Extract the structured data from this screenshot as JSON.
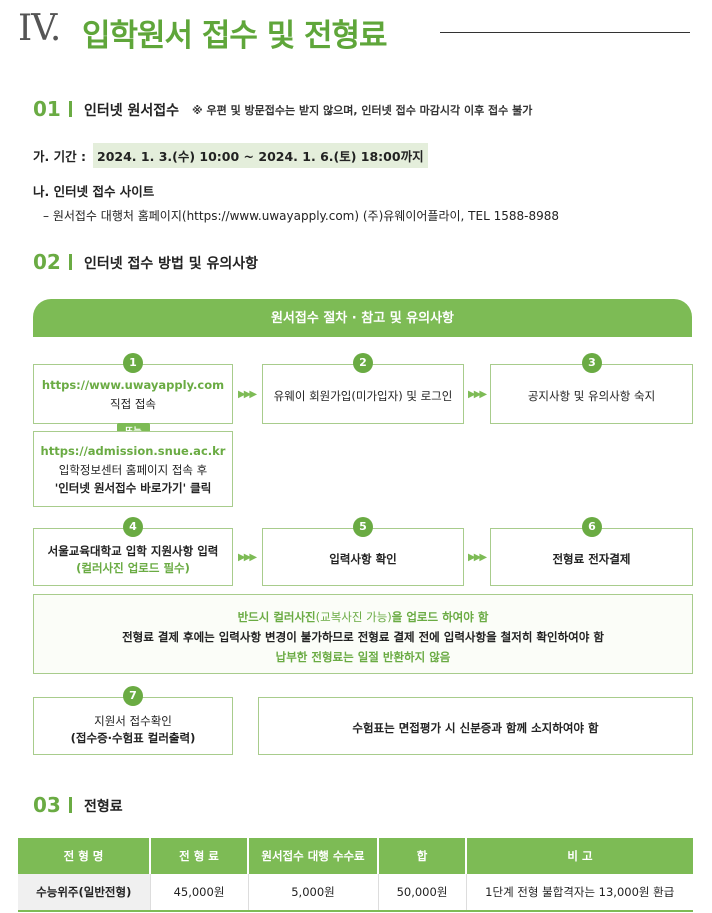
{
  "header": {
    "roman": "IV.",
    "title": "입학원서 접수 및 전형료"
  },
  "sec1": {
    "num": "01",
    "title": "인터넷 원서접수",
    "note": "※ 우편 및 방문접수는 받지 않으며, 인터넷 접수 마감시각 이후 접수 불가",
    "period_label": "가. 기간 :",
    "period_value": "2024. 1. 3.(수) 10:00 ~ 2024. 1. 6.(토) 18:00까지",
    "site_label": "나. 인터넷 접수 사이트",
    "site_detail": "– 원서접수 대행처 홈페이지(https://www.uwayapply.com) (주)유웨이어플라이, TEL 1588-8988"
  },
  "sec2": {
    "num": "02",
    "title": "인터넷 접수 방법 및 유의사항",
    "banner": "원서접수 절차 · 참고 및 유의사항",
    "step1": {
      "badge": "1",
      "url": "https://www.uwayapply.com",
      "desc": "직접 접속",
      "or": "또는",
      "url2": "https://admission.snue.ac.kr",
      "desc2": "입학정보센터 홈페이지 접속 후",
      "desc3": "'인터넷 원서접수 바로가기' 클릭"
    },
    "step2": {
      "badge": "2",
      "text": "유웨이 회원가입(미가입자) 및 로그인"
    },
    "step3": {
      "badge": "3",
      "text": "공지사항 및 유의사항 숙지"
    },
    "step4": {
      "badge": "4",
      "text": "서울교육대학교 입학 지원사항 입력",
      "sub": "(컬러사진 업로드 필수)"
    },
    "step5": {
      "badge": "5",
      "text": "입력사항 확인"
    },
    "step6": {
      "badge": "6",
      "text": "전형료 전자결제"
    },
    "notice": {
      "l1a": "반드시 컬러사진",
      "l1b": "(교복사진 가능)",
      "l1c": "을 업로드 하여야 함",
      "l2": "전형료 결제 후에는 입력사항 변경이 불가하므로 전형료 결제 전에 입력사항을 철저히 확인하여야 함",
      "l3": "납부한 전형료는 일절 반환하지 않음"
    },
    "step7": {
      "badge": "7",
      "text": "지원서 접수확인",
      "sub": "(접수증·수험표 컬러출력)"
    },
    "step7_note": "수험표는 면접평가 시  신분증과 함께 소지하여야 함"
  },
  "sec3": {
    "num": "03",
    "title": "전형료",
    "table": {
      "headers": [
        "전 형 명",
        "전 형 료",
        "원서접수 대행 수수료",
        "합",
        "비 고"
      ],
      "row": [
        "수능위주(일반전형)",
        "45,000원",
        "5,000원",
        "50,000원",
        "1단계 전형 불합격자는 13,000원 환급"
      ]
    }
  }
}
